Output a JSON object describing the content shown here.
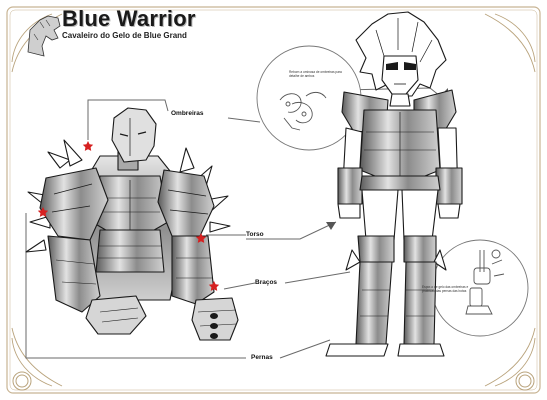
{
  "header": {
    "title": "Blue Warrior",
    "subtitle": "Cavaleiro do Gelo de Blue Grand"
  },
  "labels": {
    "shoulders": "Ombreiras",
    "torso": "Torso",
    "arms": "Braços",
    "legs": "Pernas"
  },
  "notes": {
    "top": "Reborn a ominosa de ombreiras para detalhe de ambos",
    "bottom": "Espor-o de gelo das ombreiras e proibicao das pernas das botas"
  },
  "colors": {
    "accent_star": "#d62020",
    "frame": "#c8b493",
    "line": "#555555",
    "metal_dark": "#5a5a5a",
    "metal_mid": "#9a9a9a",
    "metal_light": "#dadada"
  },
  "icons": {
    "logo": "horse-emblem-icon",
    "marker": "star-icon",
    "corner": "corner-ornament-icon"
  }
}
